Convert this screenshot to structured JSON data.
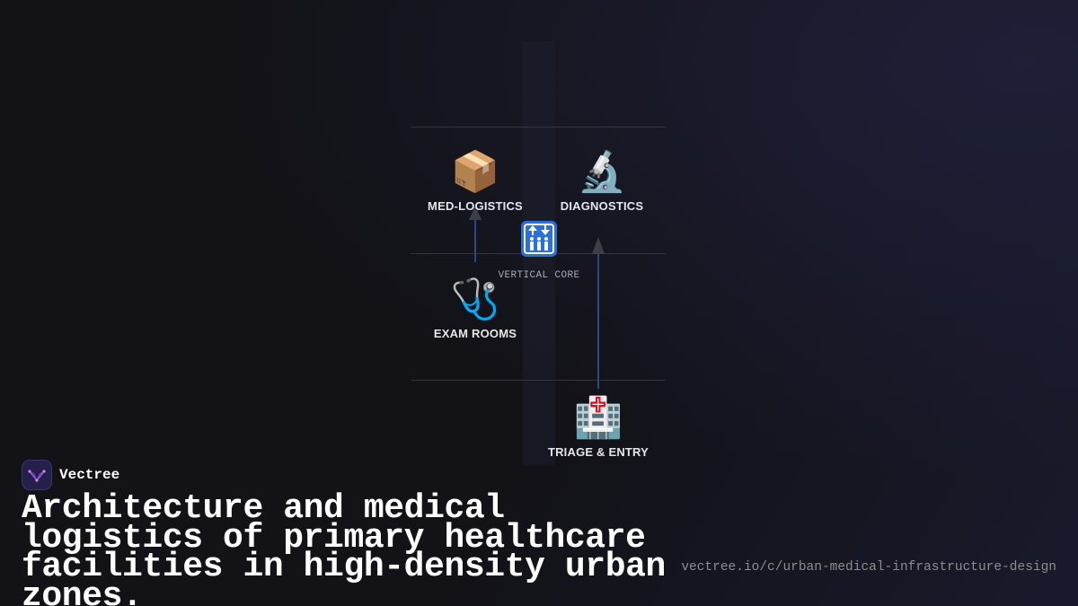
{
  "diagram": {
    "nodes": {
      "med_logistics": {
        "icon": "📦",
        "icon_name": "package-icon",
        "label": "MED-LOGISTICS"
      },
      "diagnostics": {
        "icon": "🔬",
        "icon_name": "microscope-icon",
        "label": "DIAGNOSTICS"
      },
      "exam_rooms": {
        "icon": "🩺",
        "icon_name": "stethoscope-icon",
        "label": "EXAM ROOMS"
      },
      "triage_entry": {
        "icon": "🏥",
        "icon_name": "hospital-icon",
        "label": "TRIAGE & ENTRY"
      }
    },
    "core": {
      "icon_name": "elevator-icon",
      "label": "VERTICAL CORE"
    },
    "connections": [
      {
        "from": "exam_rooms",
        "to": "med_logistics"
      },
      {
        "from": "triage_entry",
        "to": "diagnostics"
      }
    ],
    "colors": {
      "arrow": "#2c4a82",
      "arrow_head": "#3b3f4a",
      "core": "#2d6fd8",
      "floor_line": "#34343c"
    }
  },
  "brand": {
    "name": "Vectree",
    "logo_color": "#25204a",
    "logo_accent": "#a45ae6"
  },
  "headline": "Architecture and medical logistics of primary healthcare facilities in high-density urban zones.",
  "url": "vectree.io/c/urban-medical-infrastructure-design"
}
